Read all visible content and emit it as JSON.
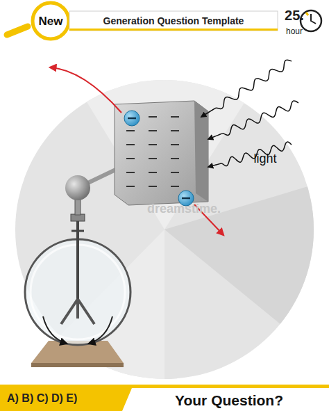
{
  "diagram": {
    "labels": [
      "New",
      "Generation Question Template",
      "25.",
      "hour",
      "light",
      "dreamstime.",
      "A) B) C) D) E)",
      "Your Question?"
    ]
  }
}
